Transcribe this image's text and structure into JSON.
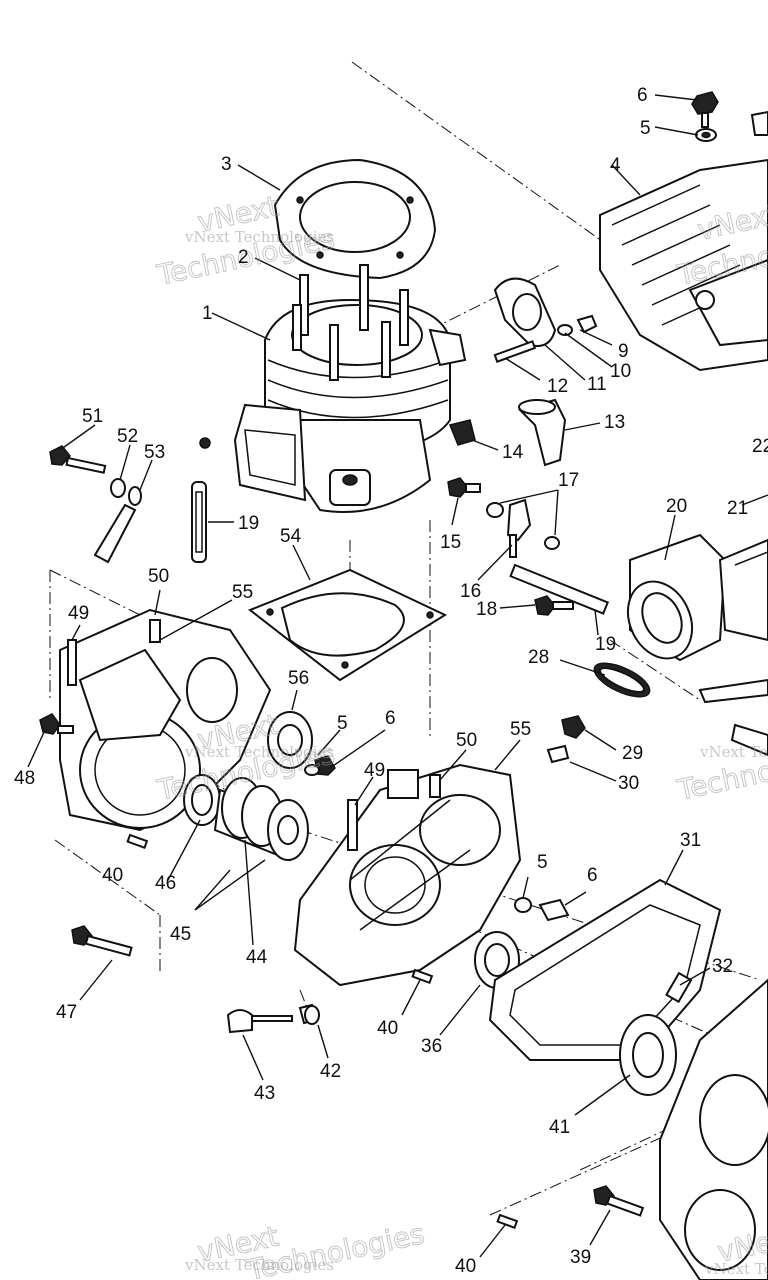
{
  "watermark": {
    "line1": "vNext Technologies",
    "big_a": "vNext",
    "big_b": "Technologies"
  },
  "callouts": [
    {
      "id": "c6a",
      "text": "6"
    },
    {
      "id": "c5a",
      "text": "5"
    },
    {
      "id": "c3",
      "text": "3"
    },
    {
      "id": "c4",
      "text": "4"
    },
    {
      "id": "c2",
      "text": "2"
    },
    {
      "id": "c1",
      "text": "1"
    },
    {
      "id": "c9",
      "text": "9"
    },
    {
      "id": "c10",
      "text": "10"
    },
    {
      "id": "c11",
      "text": "11"
    },
    {
      "id": "c12",
      "text": "12"
    },
    {
      "id": "c13",
      "text": "13"
    },
    {
      "id": "c14",
      "text": "14"
    },
    {
      "id": "c22",
      "text": "22"
    },
    {
      "id": "c51",
      "text": "51"
    },
    {
      "id": "c52",
      "text": "52"
    },
    {
      "id": "c53",
      "text": "53"
    },
    {
      "id": "c17",
      "text": "17"
    },
    {
      "id": "c15",
      "text": "15"
    },
    {
      "id": "c20",
      "text": "20"
    },
    {
      "id": "c21",
      "text": "21"
    },
    {
      "id": "c19a",
      "text": "19"
    },
    {
      "id": "c54",
      "text": "54"
    },
    {
      "id": "c16",
      "text": "16"
    },
    {
      "id": "c50a",
      "text": "50"
    },
    {
      "id": "c55a",
      "text": "55"
    },
    {
      "id": "c18",
      "text": "18"
    },
    {
      "id": "c19b",
      "text": "19"
    },
    {
      "id": "c49a",
      "text": "49"
    },
    {
      "id": "c28",
      "text": "28"
    },
    {
      "id": "c56",
      "text": "56"
    },
    {
      "id": "c5b",
      "text": "5"
    },
    {
      "id": "c6b",
      "text": "6"
    },
    {
      "id": "c50b",
      "text": "50"
    },
    {
      "id": "c55b",
      "text": "55"
    },
    {
      "id": "c29",
      "text": "29"
    },
    {
      "id": "c48",
      "text": "48"
    },
    {
      "id": "c49b",
      "text": "49"
    },
    {
      "id": "c30",
      "text": "30"
    },
    {
      "id": "c31",
      "text": "31"
    },
    {
      "id": "c40a",
      "text": "40"
    },
    {
      "id": "c46",
      "text": "46"
    },
    {
      "id": "c5c",
      "text": "5"
    },
    {
      "id": "c6c",
      "text": "6"
    },
    {
      "id": "c45",
      "text": "45"
    },
    {
      "id": "c44",
      "text": "44"
    },
    {
      "id": "c32",
      "text": "32"
    },
    {
      "id": "c47",
      "text": "47"
    },
    {
      "id": "c40b",
      "text": "40"
    },
    {
      "id": "c36",
      "text": "36"
    },
    {
      "id": "c42",
      "text": "42"
    },
    {
      "id": "c43",
      "text": "43"
    },
    {
      "id": "c41",
      "text": "41"
    },
    {
      "id": "c40c",
      "text": "40"
    },
    {
      "id": "c39",
      "text": "39"
    }
  ]
}
